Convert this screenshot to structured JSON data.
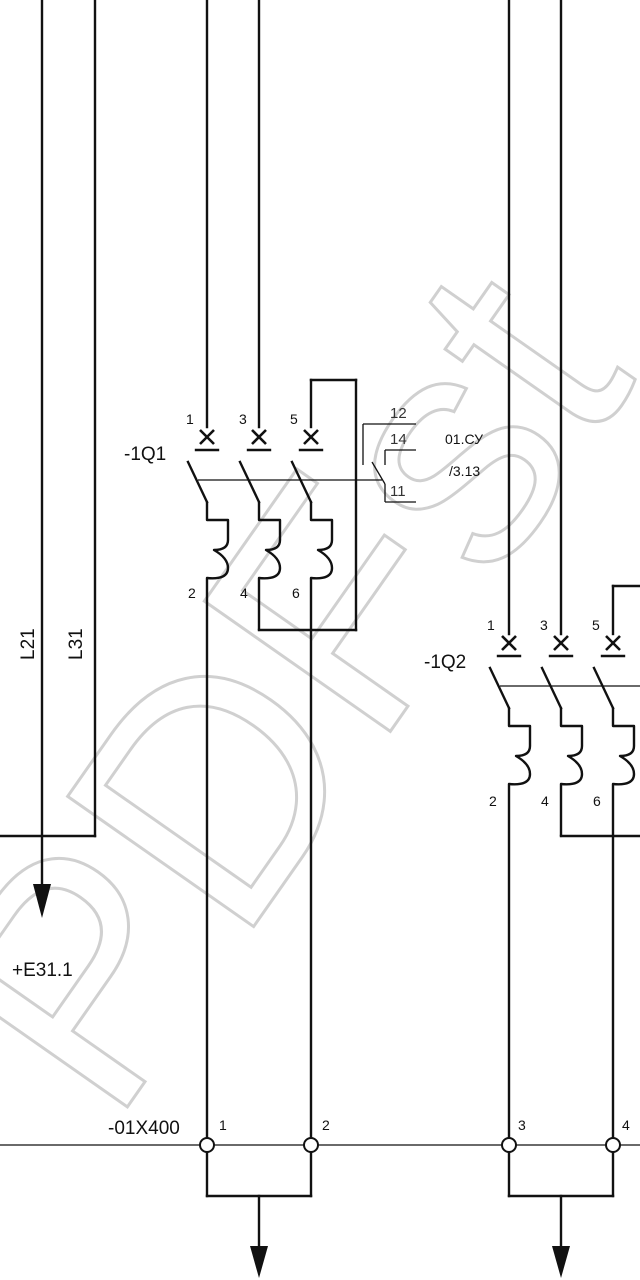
{
  "watermark": {
    "text": "PDFst"
  },
  "breakers": [
    {
      "label": "-1Q1",
      "top_terms": [
        "1",
        "3",
        "5"
      ],
      "bottom_terms": [
        "2",
        "4",
        "6"
      ]
    },
    {
      "label": "-1Q2",
      "top_terms": [
        "1",
        "3",
        "5"
      ],
      "bottom_terms": [
        "2",
        "4",
        "6"
      ]
    }
  ],
  "aux_contact": {
    "terms": [
      "12",
      "14",
      "11"
    ],
    "ref": "01.СУ",
    "page_ref": "/3.13"
  },
  "lines": {
    "left_a": "L21",
    "left_b": "L31"
  },
  "arrow_target": "+E31.1",
  "terminal_strip": {
    "label": "-01X400",
    "terminals": [
      "1",
      "2",
      "3",
      "4"
    ]
  }
}
